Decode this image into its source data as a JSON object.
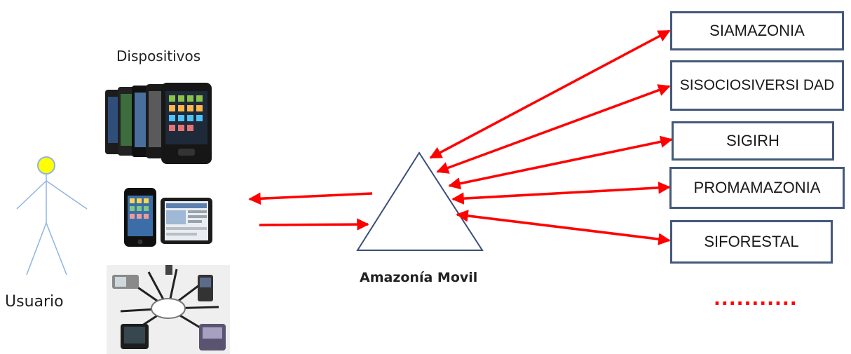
{
  "labels": {
    "devices": "Dispositivos",
    "user": "Usuario",
    "hub": "Amazonía Movil",
    "more": "..........."
  },
  "systems": [
    {
      "name": "SIAMAZONIA"
    },
    {
      "name": "SISOCIOSIVERSI DAD"
    },
    {
      "name": "SIGIRH"
    },
    {
      "name": "PROMAMAZONIA"
    },
    {
      "name": "SIFORESTAL"
    }
  ],
  "images": [
    {
      "name": "smartphones-lineup-image"
    },
    {
      "name": "iphone-ipad-image"
    },
    {
      "name": "mobile-gadgets-hub-image"
    }
  ],
  "colors": {
    "arrow": "#ff0000",
    "box_border": "#44597a",
    "user_head": "#ffff00",
    "stick_figure": "#8fb4e3",
    "triangle": "#3b4f7a",
    "more_dots": "#ff0000"
  }
}
